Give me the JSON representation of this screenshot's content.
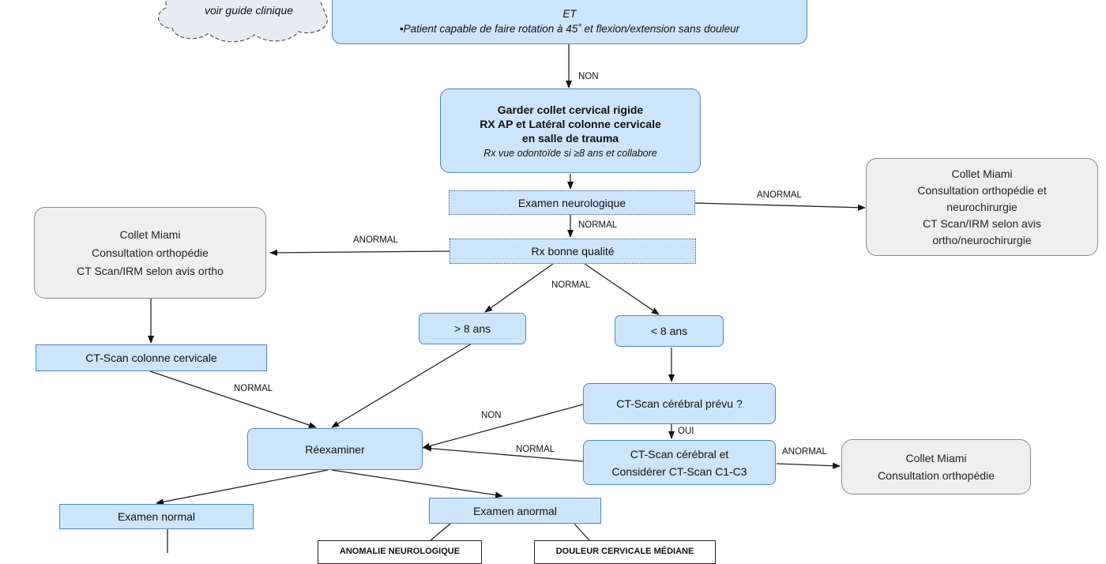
{
  "top_cloud": {
    "text": "voir guide clinique"
  },
  "top_box": {
    "line1": "ET",
    "line2": "•Patient capable de faire rotation à 45˚  et flexion/extension sans douleur"
  },
  "keep_collar": {
    "line1": "Garder collet cervical rigide",
    "line2": "RX AP et Latéral colonne cervicale",
    "line3": "en salle de trauma",
    "line4": "Rx vue odontoïde si ≥8 ans et collabore"
  },
  "neuro_exam": {
    "text": "Examen neurologique"
  },
  "neuro_abnormal_box": {
    "line1": "Collet Miami",
    "line2": "Consultation orthopédie et",
    "line3": "neurochirurgie",
    "line4": "CT Scan/IRM selon avis",
    "line5": "ortho/neurochirurgie"
  },
  "rx_quality": {
    "text": "Rx bonne qualité"
  },
  "rx_abnormal_box": {
    "line1": "Collet Miami",
    "line2": "Consultation orthopédie",
    "line3": "CT Scan/IRM selon avis ortho"
  },
  "ct_cervical": {
    "text": "CT-Scan colonne cervicale"
  },
  "over8": {
    "text": "> 8 ans"
  },
  "under8": {
    "text": "< 8 ans"
  },
  "ct_planned": {
    "text": "CT-Scan cérébral prévu ?"
  },
  "reexamine": {
    "text": "Réexaminer"
  },
  "ct_brain": {
    "line1": "CT-Scan cérébral et",
    "line2": "Considérer CT-Scan C1-C3"
  },
  "ct_brain_abnormal_box": {
    "line1": "Collet Miami",
    "line2": "Consultation orthopédie"
  },
  "normal_exam": {
    "text": "Examen normal"
  },
  "abnormal_exam": {
    "text": "Examen anormal"
  },
  "neuro_anomaly": {
    "text": "ANOMALIE NEUROLOGIQUE"
  },
  "cervical_pain": {
    "text": "DOULEUR CERVICALE MÉDIANE"
  },
  "labels": {
    "non1": "NON",
    "anormal_neuro": "ANORMAL",
    "normal_neuro": "NORMAL",
    "anormal_rx": "ANORMAL",
    "normal_rx": "NORMAL",
    "normal_ct": "NORMAL",
    "non2": "NON",
    "oui": "OUI",
    "normal_brain": "NORMAL",
    "anormal_brain": "ANORMAL"
  }
}
